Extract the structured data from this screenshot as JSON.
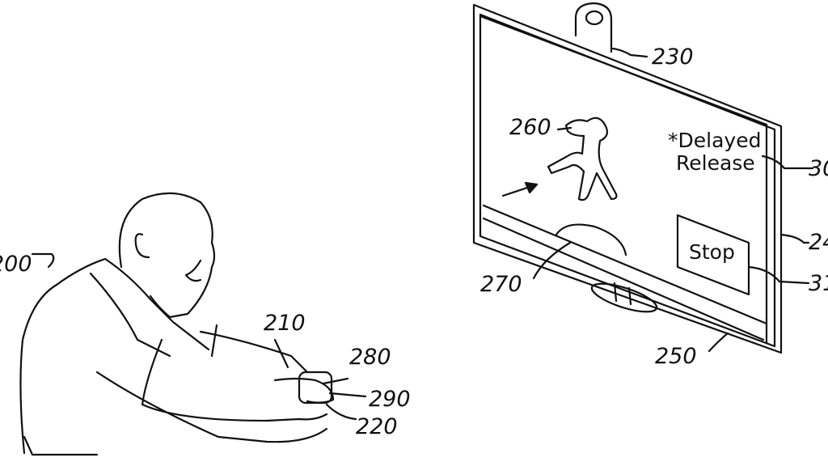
{
  "labels": {
    "user": "200",
    "controller": "210",
    "controller_button_a": "220",
    "camera": "230",
    "display_frame": "24",
    "display_bottom": "250",
    "character": "260",
    "ball": "270",
    "controller_button_b": "280",
    "controller_button_c": "290",
    "notice_label": "30",
    "stop_button_label": "31"
  },
  "screen": {
    "notice_line1": "*Delayed",
    "notice_line2": "Release",
    "stop_button": "Stop"
  }
}
